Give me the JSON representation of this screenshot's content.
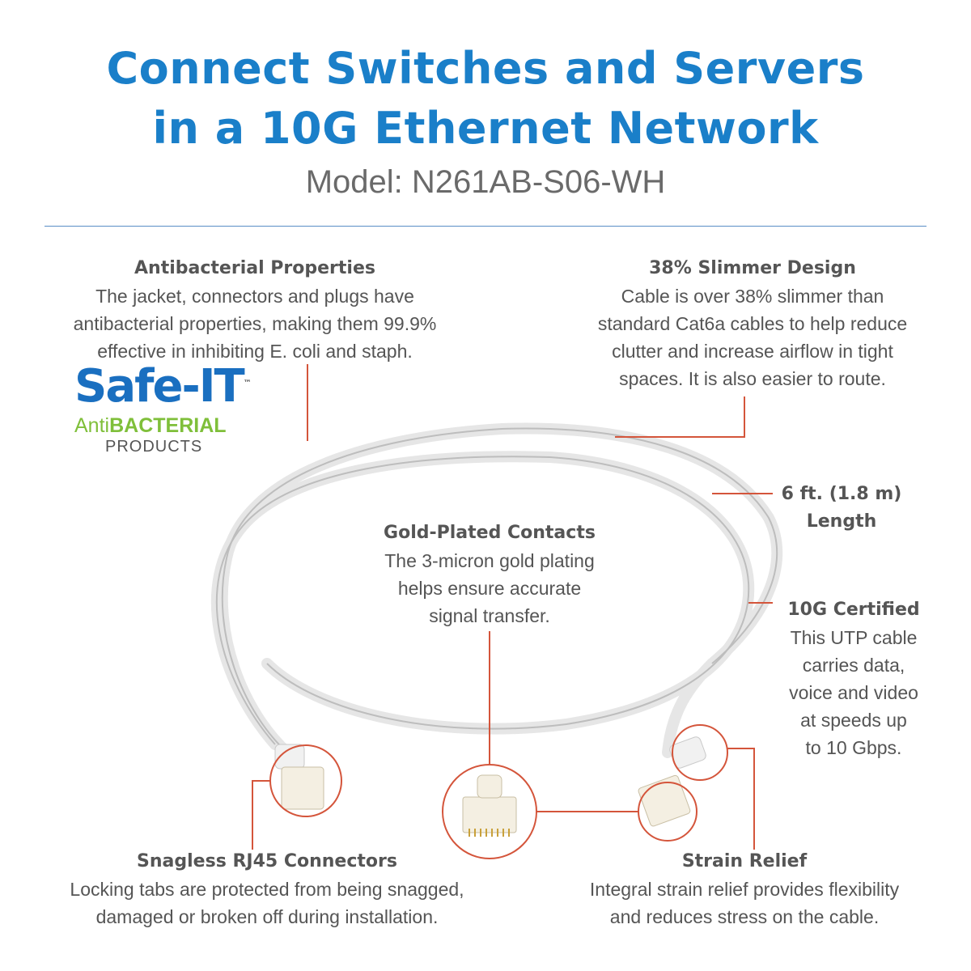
{
  "header": {
    "title_line1": "Connect Switches and Servers",
    "title_line2": "in a 10G Ethernet Network",
    "model": "Model: N261AB-S06-WH"
  },
  "logo": {
    "word": "Safe-IT",
    "tm": "™",
    "line2_light": "Anti",
    "line2_bold": "BACTERIAL",
    "line3": "PRODUCTS"
  },
  "callouts": {
    "antibacterial": {
      "title": "Antibacterial Properties",
      "lines": [
        "The jacket, connectors and plugs have",
        "antibacterial properties, making them 99.9%",
        "effective in inhibiting E. coli and staph."
      ]
    },
    "slimmer": {
      "title": "38% Slimmer Design",
      "lines": [
        "Cable is over 38% slimmer than",
        "standard Cat6a cables to help reduce",
        "clutter and increase airflow in tight",
        "spaces. It is also easier to route."
      ]
    },
    "length": {
      "title": "6 ft. (1.8 m)",
      "lines": [
        "Length"
      ]
    },
    "gold": {
      "title": "Gold-Plated Contacts",
      "lines": [
        "The 3-micron gold plating",
        "helps ensure accurate",
        "signal transfer."
      ]
    },
    "certified": {
      "title": "10G Certified",
      "lines": [
        "This UTP cable",
        "carries data,",
        "voice and video",
        "at speeds up",
        "to 10 Gbps."
      ]
    },
    "snagless": {
      "title": "Snagless RJ45 Connectors",
      "lines": [
        "Locking tabs are protected from being snagged,",
        "damaged or broken off during installation."
      ]
    },
    "strain": {
      "title": "Strain Relief",
      "lines": [
        "Integral strain relief provides flexibility",
        "and reduces stress on the cable."
      ]
    }
  },
  "colors": {
    "title": "#1a7fc9",
    "leader": "#c8553d",
    "text": "#555555"
  }
}
